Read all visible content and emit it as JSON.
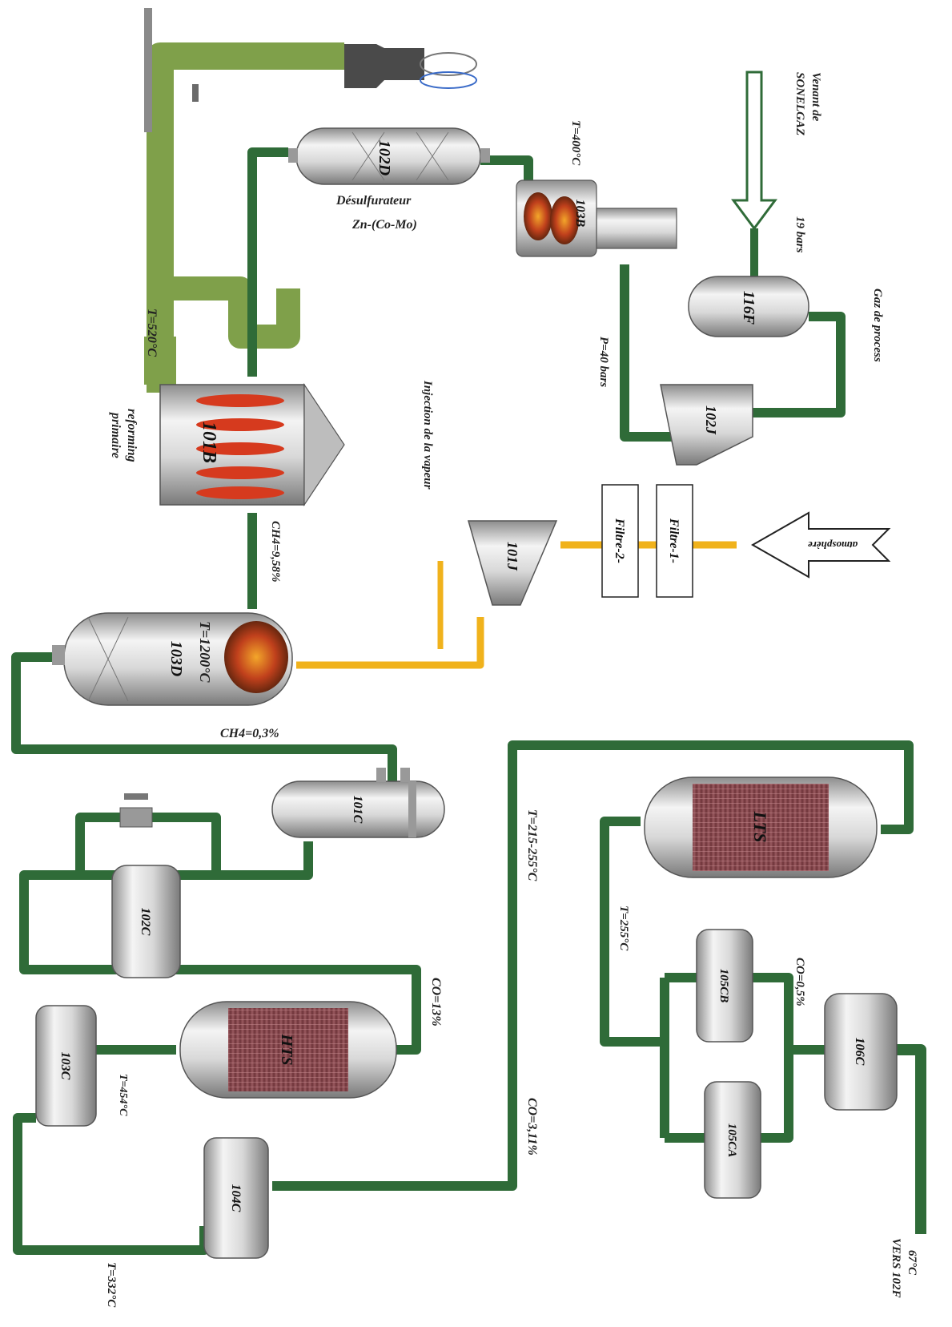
{
  "equipment": {
    "d102": "102D",
    "b103": "103B",
    "f116": "116F",
    "j102": "102J",
    "b101": "101B",
    "j101": "101J",
    "d103": "103D",
    "c101": "101C",
    "c102": "102C",
    "hts": "HTS",
    "c103": "103C",
    "c104": "104C",
    "lts": "LTS",
    "cb105": "105CB",
    "ca105": "105CA",
    "c106": "106C"
  },
  "filters": {
    "f1": "Filtre-1-",
    "f2": "Filtre-2-"
  },
  "labels": {
    "venant": "Venant de",
    "sonelgaz": "SONELGAZ",
    "bars19": "19 bars",
    "gaz_process": "Gaz de process",
    "t400": "T=400°C",
    "desulf1": "Désulfurateur",
    "desulf2": "Zn-(Co-Mo)",
    "p40": "P=40 bars",
    "t520": "T=520°C",
    "reforming1": "reforming",
    "reforming2": "primaire",
    "injection": "Injection de la vapeur",
    "atmosphere": "atmosphère",
    "ch4_958": "CH4=9,58%",
    "t1200": "T=1200°C",
    "ch4_03": "CH4=0,3%",
    "co13": "CO=13%",
    "t454": "T=454°C",
    "t332": "T=332°C",
    "t215": "T=215-255°C",
    "co311": "CO=3,11%",
    "t255": "T=255°C",
    "co05": "CO=0,5%",
    "t67": "67°C",
    "vers": "VERS 102F"
  },
  "colors": {
    "pipe_green": "#2f6b38",
    "flue_green": "#7fa04a",
    "air_yellow": "#f0b21c",
    "catalyst": "#8c4a50"
  }
}
